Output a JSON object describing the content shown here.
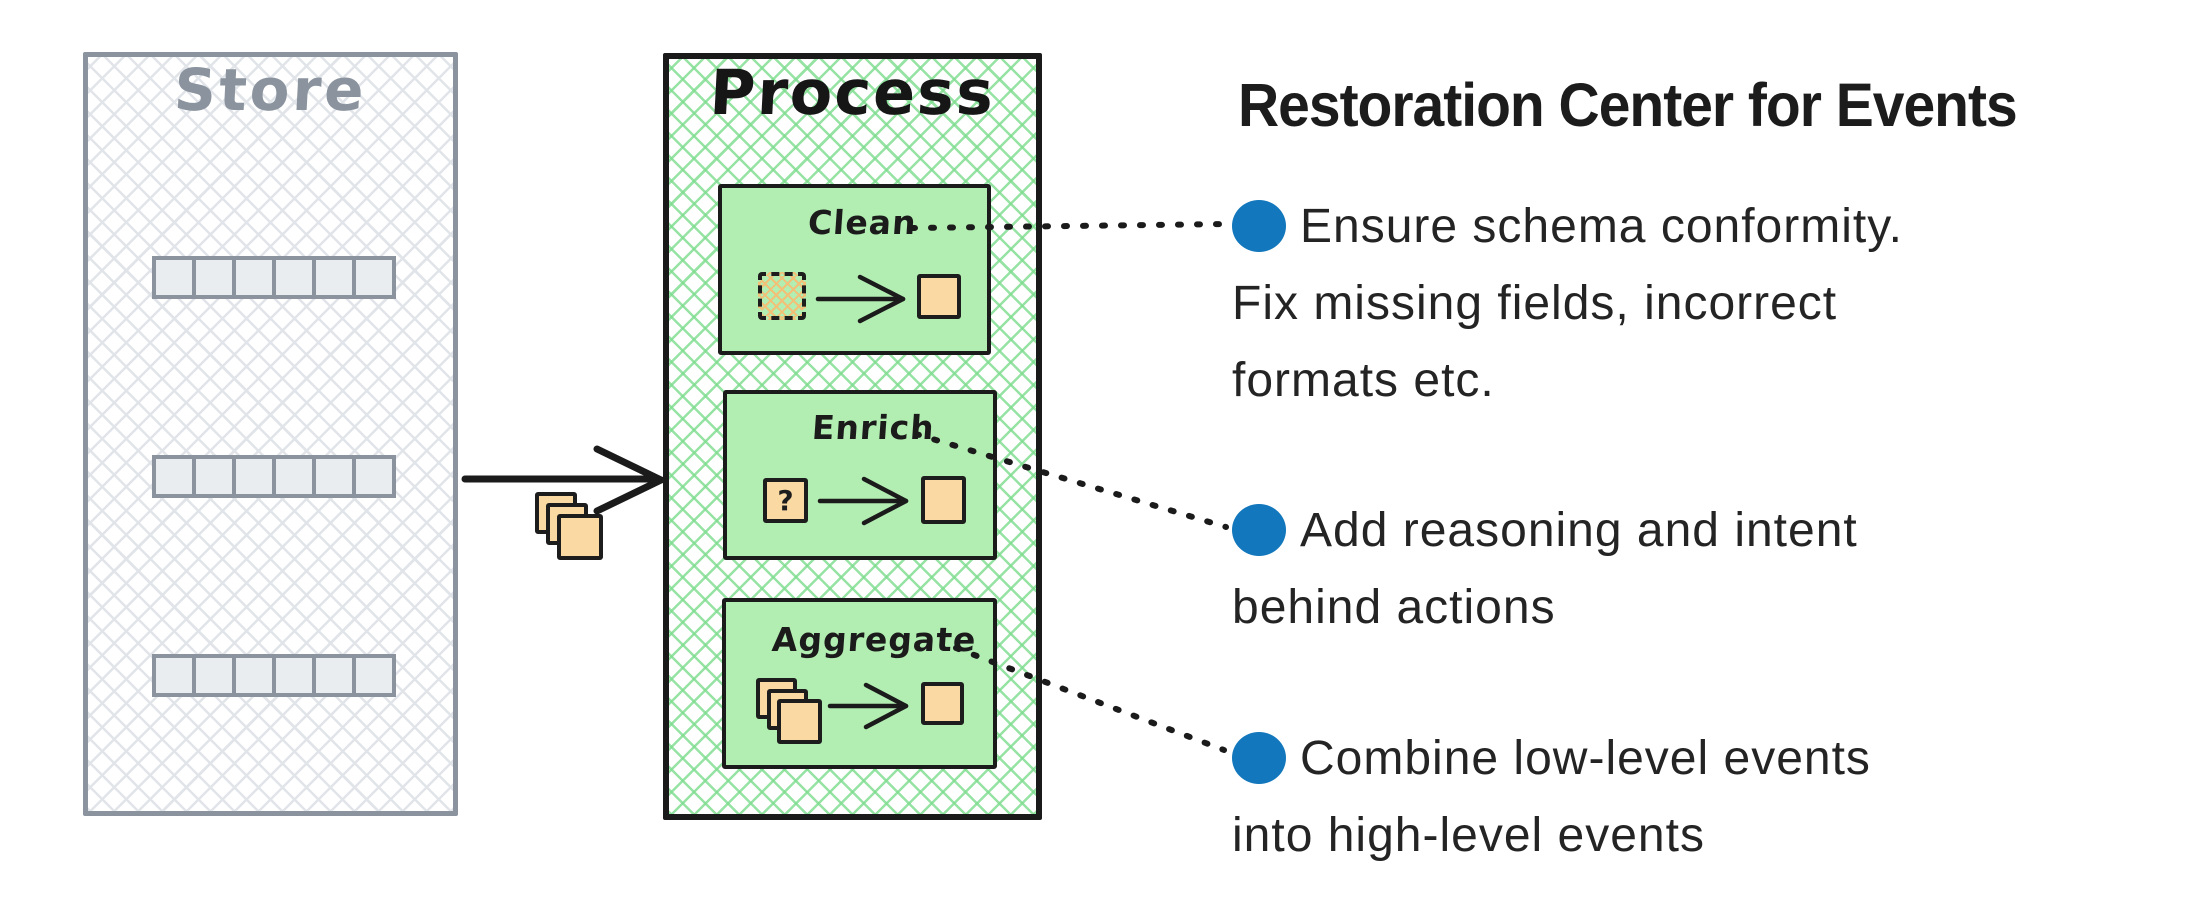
{
  "diagram_title": "Restoration Center for Events",
  "store": {
    "label": "Store",
    "shelf_rows": 3,
    "cells_per_row": 6
  },
  "flow": {
    "from": "Store",
    "to": "Process",
    "payload": "stacked-event-documents"
  },
  "process": {
    "label": "Process",
    "steps": [
      {
        "label": "Clean",
        "input": "dashed-crosshatch-square",
        "output": "solid-square"
      },
      {
        "label": "Enrich",
        "input": "question-square",
        "symbol": "?",
        "output": "solid-square"
      },
      {
        "label": "Aggregate",
        "input": "stacked-squares",
        "output": "solid-square"
      }
    ]
  },
  "bullets": [
    {
      "lines": [
        "Ensure schema conformity.",
        "Fix missing fields, incorrect",
        "formats etc."
      ]
    },
    {
      "lines": [
        "Add reasoning and intent",
        "behind actions"
      ]
    },
    {
      "lines": [
        "Combine low-level events",
        "into high-level events"
      ]
    }
  ],
  "colors": {
    "bullet_blue": "#1277bc",
    "process_green_hatch": "#7ddc8e",
    "step_green_fill": "#b2edb1",
    "event_orange_fill": "#fbd9a3",
    "store_gray": "#8a939e",
    "ink_black": "#1b1b1b",
    "text_dark": "#242424"
  }
}
